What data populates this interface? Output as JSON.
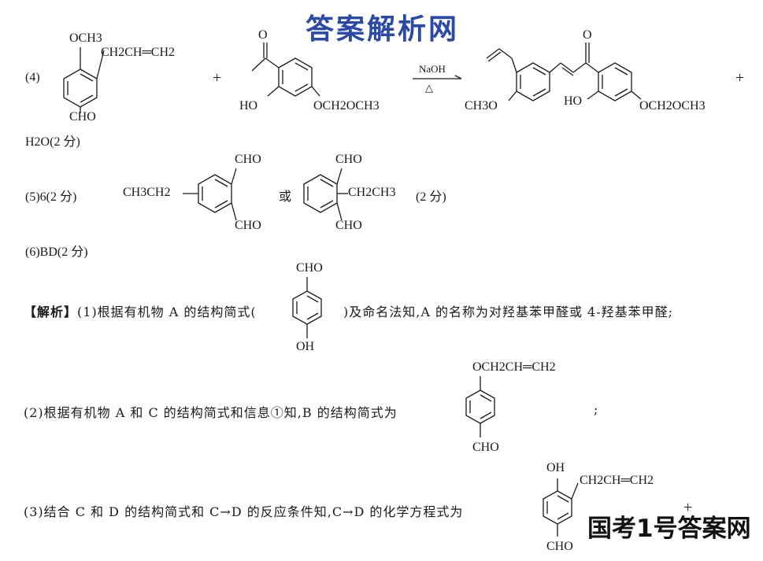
{
  "watermarks": {
    "top": "答案解析网",
    "bottom": "国考1号答案网"
  },
  "q4": {
    "label": "(4)",
    "r1": {
      "och3": "OCH3",
      "allyl": "CH2CH═CH2",
      "cho": "CHO"
    },
    "plus1": "+",
    "r2": {
      "ketone_o": "O",
      "ho": "HO",
      "mom": "OCH2OCH3"
    },
    "reagent": "NaOH",
    "condition": "△",
    "product": {
      "o": "O",
      "ho": "HO",
      "meo": "CH3O",
      "mom": "OCH2OCH3"
    },
    "plus2": "+",
    "byproduct": "H2O(2 分)"
  },
  "q5": {
    "label": "(5)6(2 分)",
    "s1": {
      "left": "CH3CH2",
      "top": "CHO",
      "bottom": "CHO"
    },
    "or": "或",
    "s2": {
      "right": "CH2CH3",
      "top": "CHO",
      "bottom": "CHO"
    },
    "score": "(2 分)"
  },
  "q6": {
    "label": "(6)BD(2 分)"
  },
  "analysis": {
    "head": "【解析】",
    "p1_pre": "(1)根据有机物 A 的结构简式(",
    "p1_post": ")及命名法知,A 的名称为对羟基苯甲醛或 4-羟基苯甲醛;",
    "a_struct": {
      "top": "CHO",
      "bottom": "OH"
    },
    "p2": "(2)根据有机物 A 和 C 的结构简式和信息①知,B 的结构简式为",
    "b_struct": {
      "top": "OCH2CH═CH2",
      "bottom": "CHO"
    },
    "p2_end": ";",
    "p3": "(3)结合 C 和 D 的结构简式和 C→D 的反应条件知,C→D 的化学方程式为",
    "c_struct": {
      "oh": "OH",
      "allyl": "CH2CH═CH2",
      "cho": "CHO"
    },
    "p3_plus": "+"
  }
}
